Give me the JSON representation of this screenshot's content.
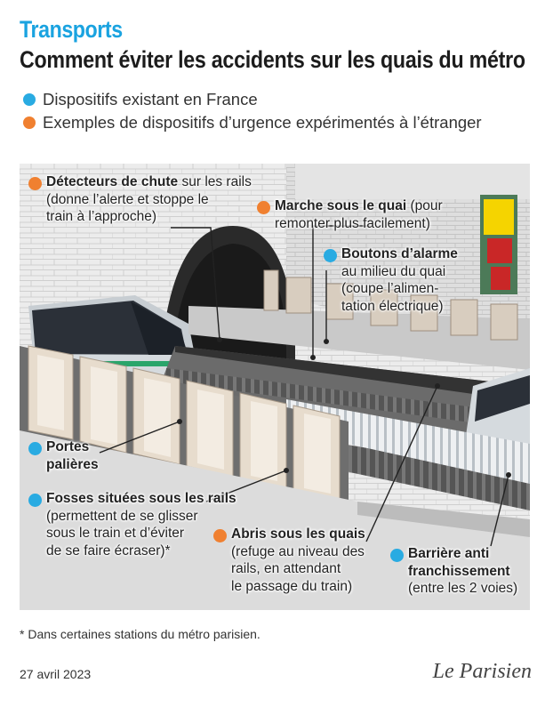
{
  "header": {
    "kicker": "Transports",
    "title": "Comment éviter les accidents sur les quais du métro"
  },
  "legend": {
    "items": [
      {
        "label": "Dispositifs existant en France",
        "color": "#29abe2"
      },
      {
        "label": "Exemples de dispositifs d’urgence expérimentés à l’étranger",
        "color": "#f08030"
      }
    ]
  },
  "labels": {
    "detecteurs": {
      "title": "Détecteurs de chute",
      "rest": " sur les rails",
      "line2": "(donne l’alerte et stoppe le",
      "line3": "train à l’approche)"
    },
    "marche": {
      "title": "Marche sous le quai",
      "rest": " (pour",
      "line2": "remonter plus facilement)"
    },
    "boutons": {
      "title": "Boutons d’alarme",
      "line2": "au milieu du quai",
      "line3": "(coupe l’alimen-",
      "line4": "tation électrique)"
    },
    "portes": {
      "line1": "Portes",
      "line2": "palières"
    },
    "fosses": {
      "title": "Fosses situées sous les rails",
      "line2": "(permettent de se glisser",
      "line3": "sous le train et d’éviter",
      "line4": "de se faire écraser)*"
    },
    "abris": {
      "title": "Abris sous les quais",
      "line2": "(refuge au niveau des",
      "line3": "rails, en attendant",
      "line4": "le passage du train)"
    },
    "barriere": {
      "line1": "Barrière anti",
      "line2": "franchissement",
      "line3": "(entre les 2 voies)"
    }
  },
  "footnote": "* Dans certaines stations du métro parisien.",
  "date": "27 avril 2023",
  "logo": "Le Parisien",
  "colors": {
    "blue": "#29abe2",
    "orange": "#f08030",
    "kicker": "#1aa3e0"
  }
}
